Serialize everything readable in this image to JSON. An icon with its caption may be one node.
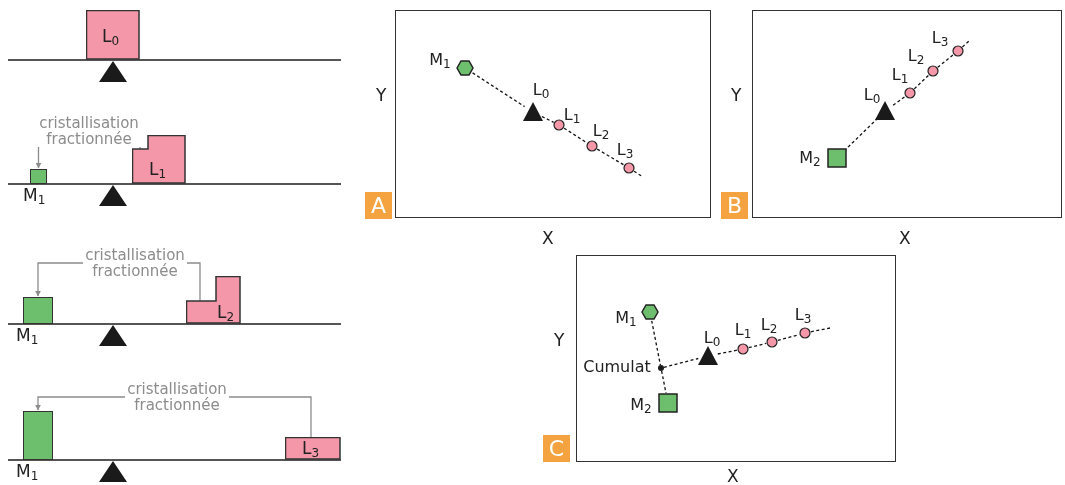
{
  "diagram": {
    "nodes": [
      {
        "text": [
          "L$_{0}$"
        ]
      },
      {
        "text": [
          "M$_{1}$"
        ]
      },
      {
        "text": [
          "L$_{1}$"
        ]
      },
      {
        "text": [
          "M$_{1}$"
        ]
      },
      {
        "text": [
          "L$_{2}$"
        ]
      },
      {
        "text": [
          "M$_{1}$"
        ]
      },
      {
        "text": [
          "L$_{3}$"
        ]
      },
      {
        "text": [
          "A"
        ],
        "beside": [
          "Y",
          "X"
        ]
      },
      {
        "text": [
          "M$_{1}$"
        ],
        "in": 7
      },
      {
        "text": [
          "L$_{0}$"
        ],
        "in": 7
      },
      {
        "text": [
          "L$_{1}$"
        ],
        "in": 7
      },
      {
        "text": [
          "L$_{2}$"
        ],
        "in": 7
      },
      {
        "text": [
          "L$_{3}$"
        ],
        "in": 7
      },
      {
        "text": [
          "B"
        ],
        "beside": [
          "Y",
          "X"
        ]
      },
      {
        "text": [
          "M$_{2}$"
        ],
        "in": 13
      },
      {
        "text": [
          "L$_{0}$"
        ],
        "in": 13
      },
      {
        "text": [
          "L$_{1}$"
        ],
        "in": 13
      },
      {
        "text": [
          "L$_{2}$"
        ],
        "in": 13
      },
      {
        "text": [
          "L$_{3}$"
        ],
        "in": 13
      },
      {
        "text": [
          "C"
        ],
        "beside": [
          "Y",
          "X"
        ]
      },
      {
        "text": [
          "M$_{1}$"
        ],
        "in": 19
      },
      {
        "text": [
          "L$_{0}$"
        ],
        "in": 19
      },
      {
        "text": [
          "L$_{1}$"
        ],
        "in": 19
      },
      {
        "text": [
          "L$_{2}$"
        ],
        "in": 19
      },
      {
        "text": [
          "L$_{3}$"
        ],
        "in": 19
      },
      {
        "text": [
          "Cumulat"
        ],
        "in": 19
      },
      {
        "text": [
          "M$_{2}$"
        ],
        "in": 19
      }
    ],
    "edges": [
      {
        "from": 2,
        "to": 1,
        "arrow": "to",
        "label": "cristallisation fractionnée",
        "color": "#8c8c8c"
      },
      {
        "from": 4,
        "to": 3,
        "arrow": "to",
        "label": "cristallisation fractionnée",
        "color": "#8c8c8c"
      },
      {
        "from": 6,
        "to": 5,
        "arrow": "to",
        "label": "cristallisation fractionnée",
        "color": "#8c8c8c"
      },
      {
        "from": 8,
        "to": 9,
        "arrow": "none",
        "style": "dashed"
      },
      {
        "from": 9,
        "to": 10,
        "arrow": "none",
        "style": "dashed"
      },
      {
        "from": 10,
        "to": 11,
        "arrow": "none",
        "style": "dashed"
      },
      {
        "from": 11,
        "to": 12,
        "arrow": "none",
        "style": "dashed"
      },
      {
        "from": 12,
        "to": null,
        "arrow": "none",
        "style": "dashed"
      },
      {
        "from": 14,
        "to": 15,
        "arrow": "none",
        "style": "dashed"
      },
      {
        "from": 15,
        "to": 16,
        "arrow": "none",
        "style": "dashed"
      },
      {
        "from": 16,
        "to": 17,
        "arrow": "none",
        "style": "dashed"
      },
      {
        "from": 17,
        "to": 18,
        "arrow": "none",
        "style": "dashed"
      },
      {
        "from": 18,
        "to": null,
        "arrow": "none",
        "style": "dashed"
      },
      {
        "from": 20,
        "to": 25,
        "arrow": "none",
        "style": "dashed"
      },
      {
        "from": 25,
        "to": 26,
        "arrow": "none",
        "style": "dashed"
      },
      {
        "from": 25,
        "to": 21,
        "arrow": "none",
        "style": "dashed"
      },
      {
        "from": 21,
        "to": 22,
        "arrow": "none",
        "style": "dashed"
      },
      {
        "from": 22,
        "to": 23,
        "arrow": "none",
        "style": "dashed"
      },
      {
        "from": 23,
        "to": 24,
        "arrow": "none",
        "style": "dashed"
      },
      {
        "from": 24,
        "to": null,
        "arrow": "none",
        "style": "dashed"
      }
    ]
  }
}
